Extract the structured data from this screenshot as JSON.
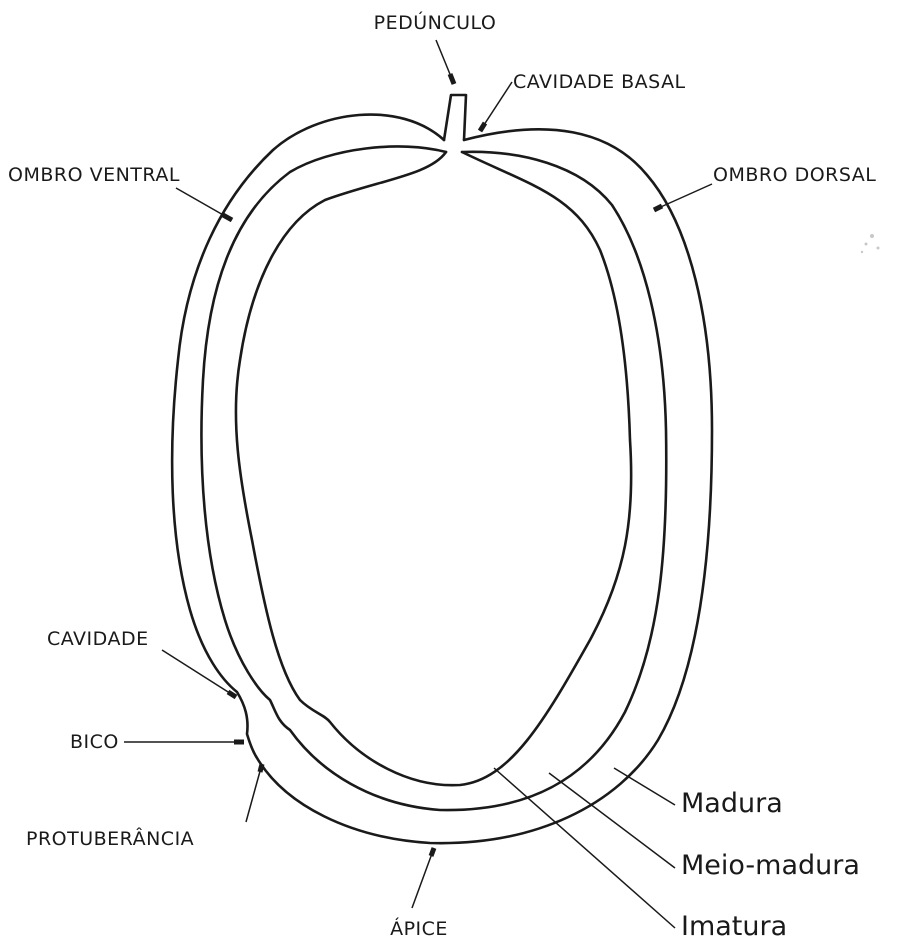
{
  "labels": {
    "peduncle": "PEDÚNCULO",
    "basal_cavity": "CAVIDADE BASAL",
    "ventral_shoulder": "OMBRO VENTRAL",
    "dorsal_shoulder": "OMBRO DORSAL",
    "cavity": "CAVIDADE",
    "beak": "BICO",
    "protuberance": "PROTUBERÂNCIA",
    "apex": "ÁPICE"
  },
  "maturity_stages": {
    "ripe": "Madura",
    "half_ripe": "Meio-madura",
    "immature": "Imatura"
  }
}
